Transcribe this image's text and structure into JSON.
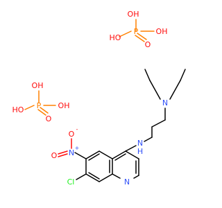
{
  "structure": {
    "phosphoric_acid_1": {
      "p": "P",
      "oh_top_left": "OH",
      "oh_right": "OH",
      "ho_left": "HO",
      "o_double": "O"
    },
    "phosphoric_acid_2": {
      "p": "P",
      "oh_top": "OH",
      "oh_right": "OH",
      "ho_left": "HO",
      "o_double": "O"
    },
    "main_molecule": {
      "amine_n": "N",
      "amine_h": "H",
      "diethyl_n": "N",
      "quinoline_n": "N",
      "nitro_n": "N",
      "nitro_plus": "+",
      "nitro_o_top": "O",
      "nitro_o_top_charge": "-",
      "nitro_o_left": "O",
      "chlorine": "Cl"
    }
  },
  "colors": {
    "carbon_bond": "#000000",
    "nitrogen": "#3050f8",
    "oxygen": "#ff0d0d",
    "phosphorus": "#ff8000",
    "chlorine": "#1ff01f"
  }
}
